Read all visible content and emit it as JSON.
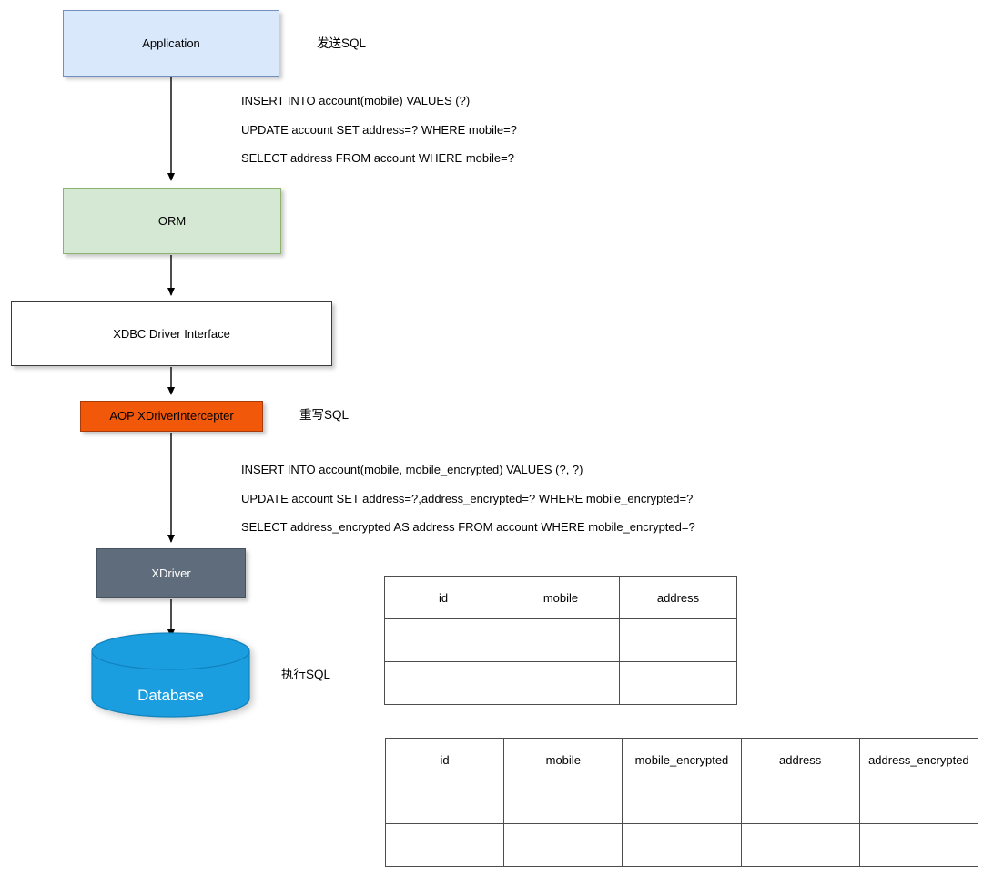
{
  "diagram": {
    "nodes": {
      "application": {
        "label": "Application",
        "fill": "#dae8fc",
        "stroke": "#7190c0"
      },
      "orm": {
        "label": "ORM",
        "fill": "#d5e8d4",
        "stroke": "#8cb46f"
      },
      "xdbc": {
        "label": "XDBC Driver Interface",
        "fill": "#ffffff",
        "stroke": "#3b3b3b"
      },
      "aop": {
        "label": "AOP XDriverIntercepter",
        "fill": "#f2580a",
        "stroke": "#a93b0b"
      },
      "xdriver": {
        "label": "XDriver",
        "fill": "#5f6c7c",
        "stroke": "#47525f"
      },
      "database": {
        "label": "Database",
        "fill": "#1b9ee0",
        "stroke": "#1183bd"
      }
    },
    "annotations": {
      "send_sql": "发送SQL",
      "rewrite_sql": "重写SQL",
      "execute_sql": "执行SQL"
    },
    "sql_original": [
      "INSERT INTO account(mobile) VALUES (?)",
      "UPDATE account SET address=? WHERE mobile=?",
      "SELECT address FROM account WHERE mobile=?"
    ],
    "sql_rewritten": [
      "INSERT INTO account(mobile, mobile_encrypted) VALUES (?, ?)",
      "UPDATE account SET address=?,address_encrypted=? WHERE mobile_encrypted=?",
      "SELECT address_encrypted AS address FROM account WHERE mobile_encrypted=?"
    ],
    "tables": {
      "account_plain": {
        "columns": [
          "id",
          "mobile",
          "address"
        ],
        "empty_rows": 2
      },
      "account_encrypted": {
        "columns": [
          "id",
          "mobile",
          "mobile_encrypted",
          "address",
          "address_encrypted"
        ],
        "empty_rows": 2
      }
    }
  }
}
